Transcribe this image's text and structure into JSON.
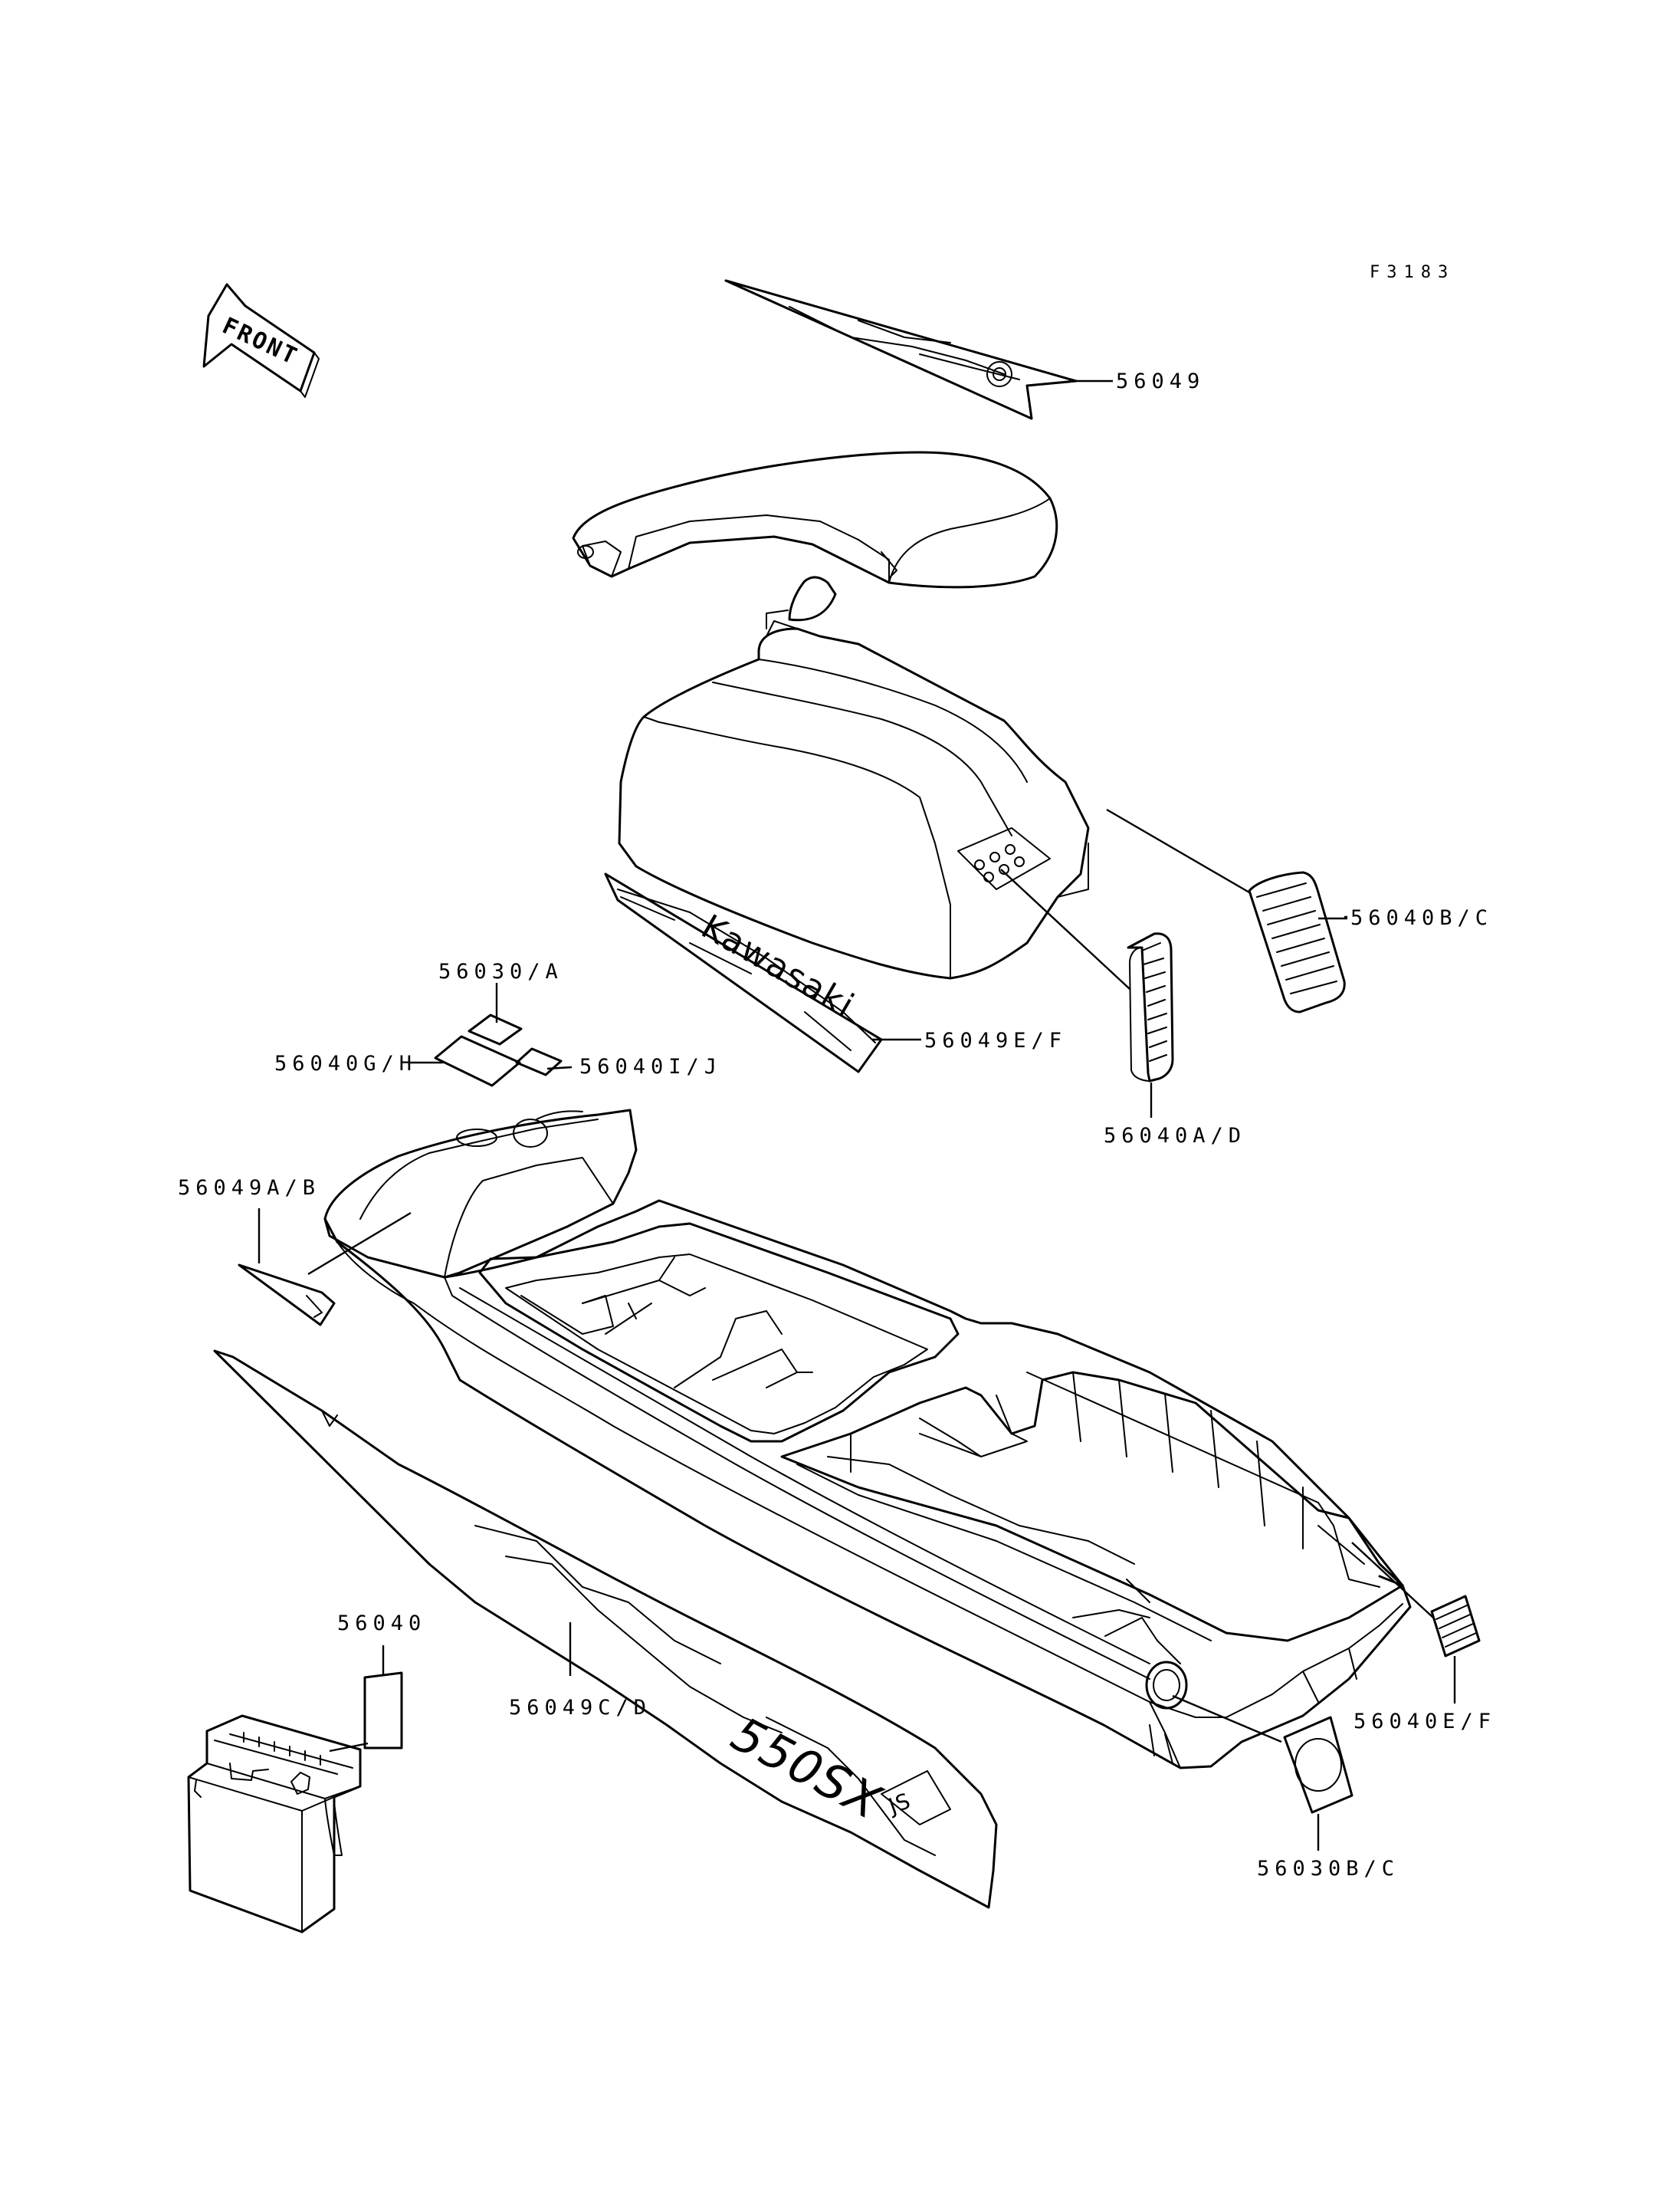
{
  "figure_code": "F3183",
  "front_label": "FRONT",
  "callouts": {
    "c56049": "56049",
    "c56040bc": "56040B/C",
    "c56030a": "56030/A",
    "c56049ef": "56049E/F",
    "c56040gh": "56040G/H",
    "c56040ij": "56040I/J",
    "c56040ad": "56040A/D",
    "c56049ab": "56049A/B",
    "c56040": "56040",
    "c56049cd": "56049C/D",
    "c56040ef": "56040E/F",
    "c56030bc": "56030B/C"
  },
  "decal_text": {
    "kawasaki": "Kawasaki",
    "model": "550SX",
    "badge": "JS"
  }
}
